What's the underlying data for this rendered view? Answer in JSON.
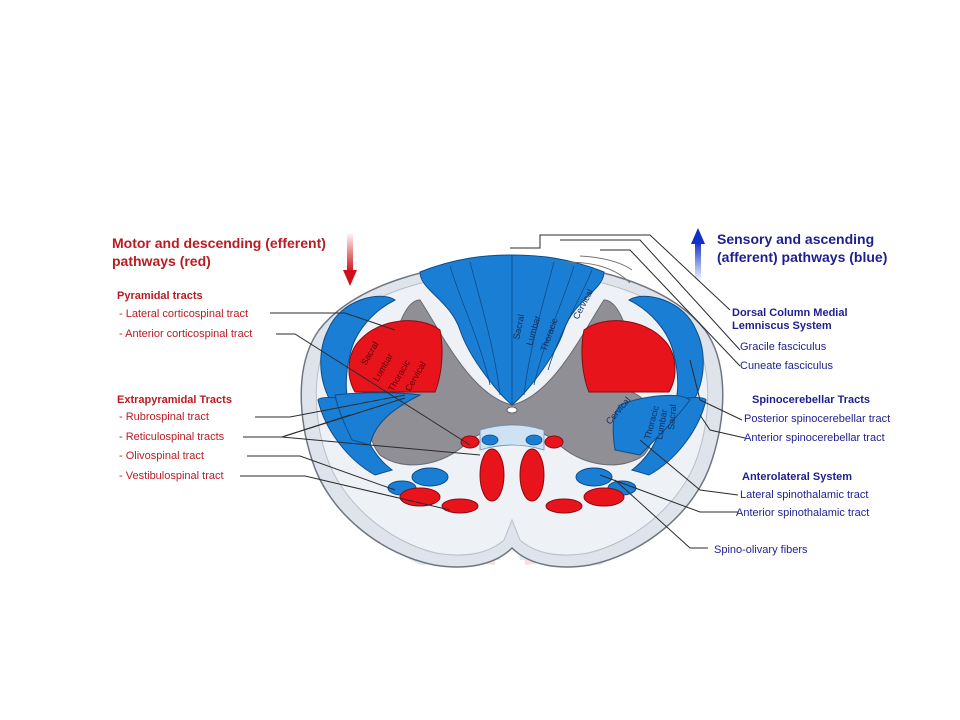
{
  "left_header": "Motor and descending (efferent) pathways   (red)",
  "right_header": "Sensory and ascending (afferent) pathways (blue)",
  "motor": {
    "pyramidal_title": "Pyramidal tracts",
    "pyramidal": [
      "- Lateral corticospinal tract",
      "- Anterior corticospinal tract"
    ],
    "extrapyramidal_title": "Extrapyramidal Tracts",
    "extrapyramidal": [
      "- Rubrospinal tract",
      "- Reticulospinal tracts",
      "- Olivospinal tract",
      "- Vestibulospinal tract"
    ]
  },
  "sensory": {
    "dcml_title": "Dorsal Column Medial Lemniscus System",
    "dcml": [
      "Gracile fasciculus",
      "Cuneate fasciculus"
    ],
    "spinocerebellar_title": "Spinocerebellar Tracts",
    "spinocerebellar": [
      "Posterior spinocerebellar tract",
      "Anterior spinocerebellar tract"
    ],
    "anterolateral_title": "Anterolateral System",
    "anterolateral": [
      "Lateral spinothalamic tract",
      "Anterior spinothalamic tract"
    ],
    "other": "Spino-olivary fibers"
  },
  "segments": [
    "Sacral",
    "Lumbar",
    "Thoracic",
    "Cervical"
  ],
  "colors": {
    "motor": "#e8141c",
    "sensory": "#1a7fd4",
    "grey_matter": "#8f8f95",
    "label_red": "#b81c23",
    "label_blue": "#1e1f8f"
  }
}
